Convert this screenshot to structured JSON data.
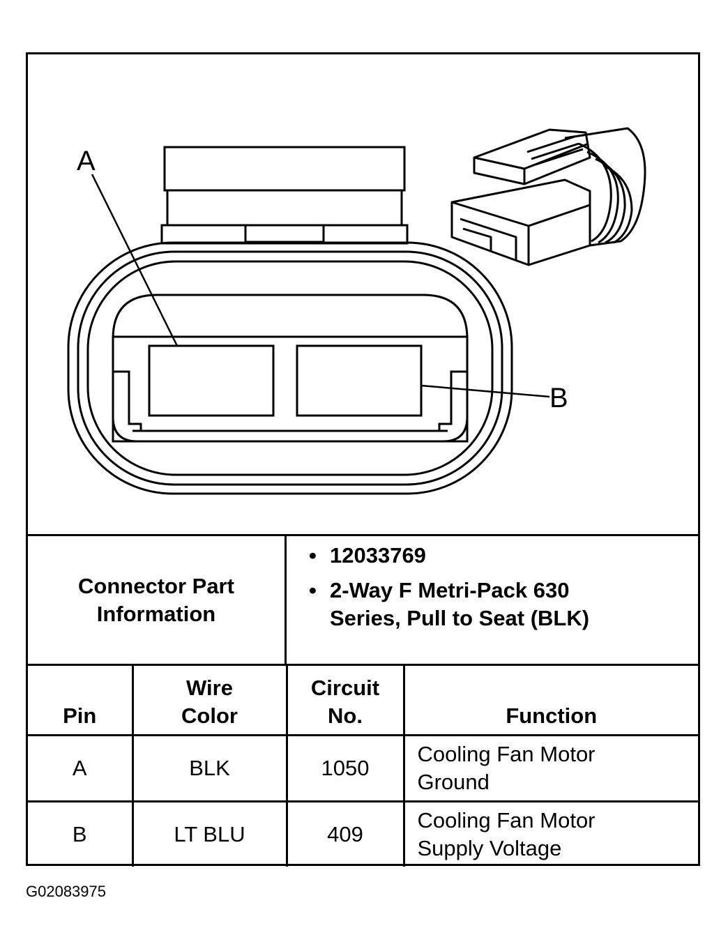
{
  "diagram": {
    "callouts": [
      "A",
      "B"
    ]
  },
  "connector_info": {
    "label": "Connector Part Information",
    "items": [
      "12033769",
      "2-Way F Metri-Pack 630 Series, Pull to Seat (BLK)"
    ]
  },
  "pin_table": {
    "headers": [
      "Pin",
      "Wire Color",
      "Circuit No.",
      "Function"
    ],
    "rows": [
      [
        "A",
        "BLK",
        "1050",
        "Cooling Fan Motor Ground"
      ],
      [
        "B",
        "LT BLU",
        "409",
        "Cooling Fan Motor Supply Voltage"
      ]
    ]
  },
  "figure_id": "G02083975"
}
